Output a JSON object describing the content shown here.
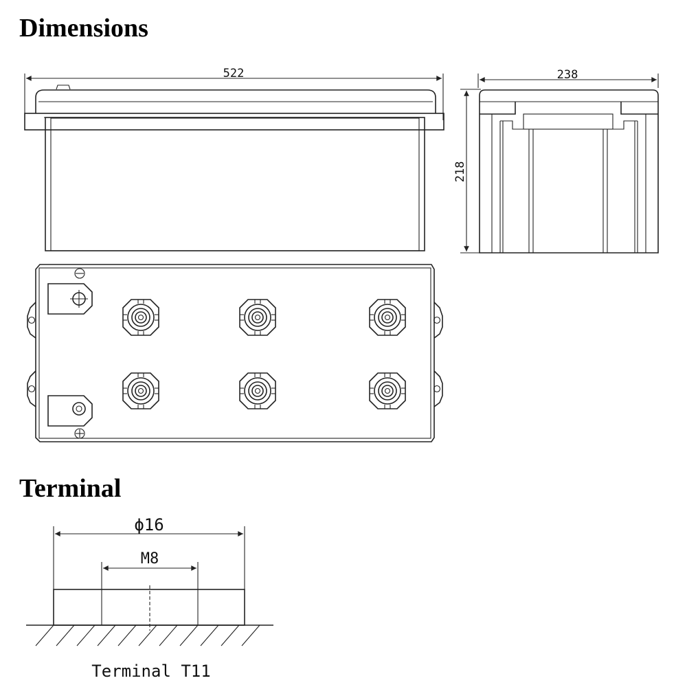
{
  "headings": {
    "dimensions": "Dimensions",
    "terminal": "Terminal"
  },
  "dimensions": {
    "length": "522",
    "width": "238",
    "height": "218"
  },
  "terminal": {
    "outer_diameter": "ϕ16",
    "thread": "M8",
    "caption": "Terminal T11"
  }
}
